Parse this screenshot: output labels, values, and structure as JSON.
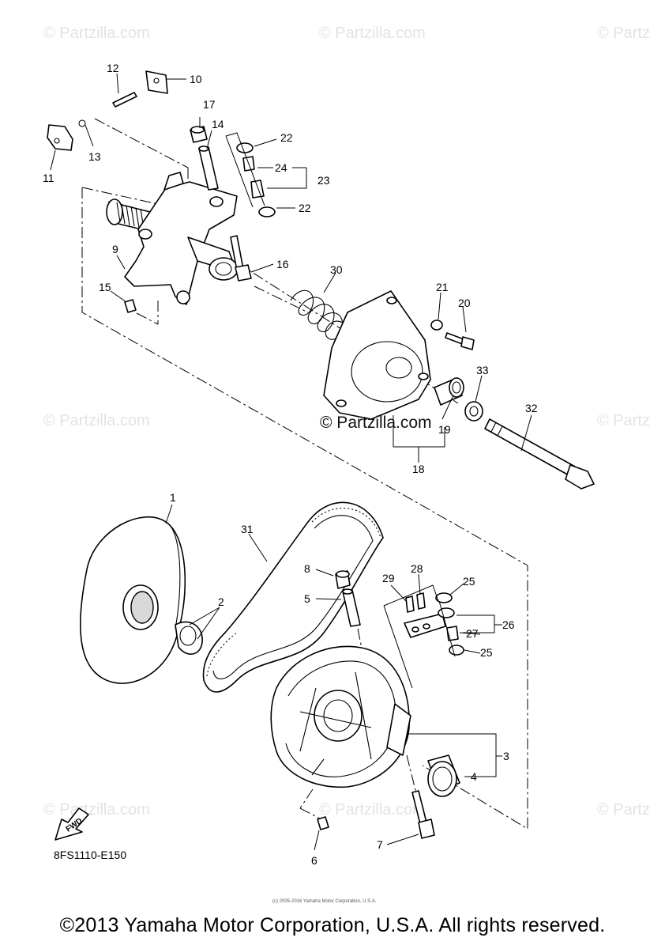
{
  "watermarks": {
    "tl": "© Partzilla.com",
    "tm": "© Partzilla.com",
    "tr": "© Partz",
    "ml": "© Partzilla.com",
    "mr": "© Partz",
    "bl": "© Partzilla.com",
    "bm": "© Partzilla.com",
    "br": "© Partz",
    "center": "© Partzilla.com"
  },
  "callouts": {
    "c1": "1",
    "c2": "2",
    "c3": "3",
    "c4": "4",
    "c5": "5",
    "c6": "6",
    "c7": "7",
    "c8": "8",
    "c9": "9",
    "c10": "10",
    "c11": "11",
    "c12": "12",
    "c13": "13",
    "c14": "14",
    "c15": "15",
    "c16": "16",
    "c17": "17",
    "c18": "18",
    "c19": "19",
    "c20": "20",
    "c21": "21",
    "c22a": "22",
    "c22b": "22",
    "c23": "23",
    "c24": "24",
    "c25a": "25",
    "c25b": "25",
    "c26": "26",
    "c27": "27",
    "c28": "28",
    "c29": "29",
    "c30": "30",
    "c31": "31",
    "c32": "32",
    "c33": "33"
  },
  "fwd": "FWD",
  "diagram_code": "8FS1110-E150",
  "tiny_copyright": "(c) 2005-2016 Yamaha Motor Corporation, U.S.A.",
  "copyright": "©2013 Yamaha Motor Corporation, U.S.A. All rights reserved."
}
